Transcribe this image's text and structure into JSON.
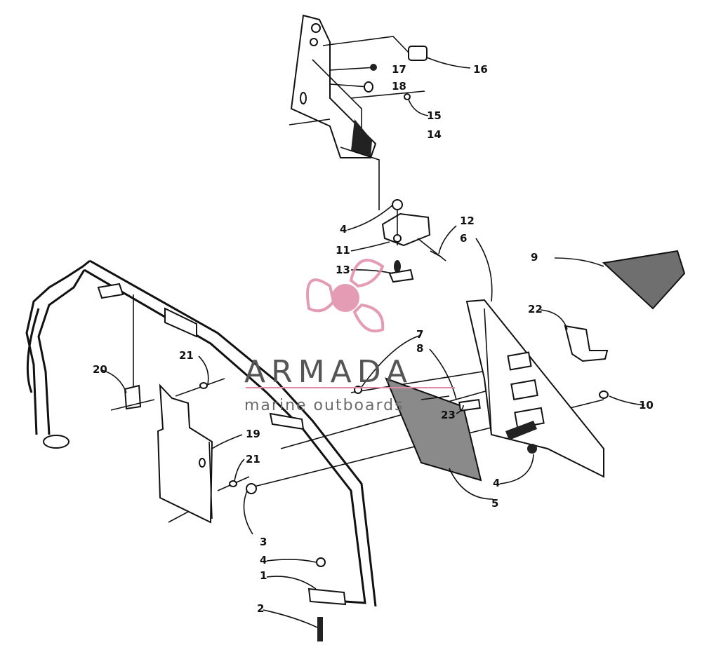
{
  "diagram": {
    "callouts": [
      "1",
      "2",
      "3",
      "4",
      "4",
      "4",
      "5",
      "6",
      "7",
      "8",
      "9",
      "10",
      "11",
      "12",
      "13",
      "14",
      "15",
      "16",
      "17",
      "18",
      "19",
      "20",
      "21",
      "21",
      "22",
      "23"
    ]
  },
  "watermark": {
    "brand": "ARMADA",
    "tagline": "marine outboards",
    "logo_color": "#e08aa8"
  }
}
